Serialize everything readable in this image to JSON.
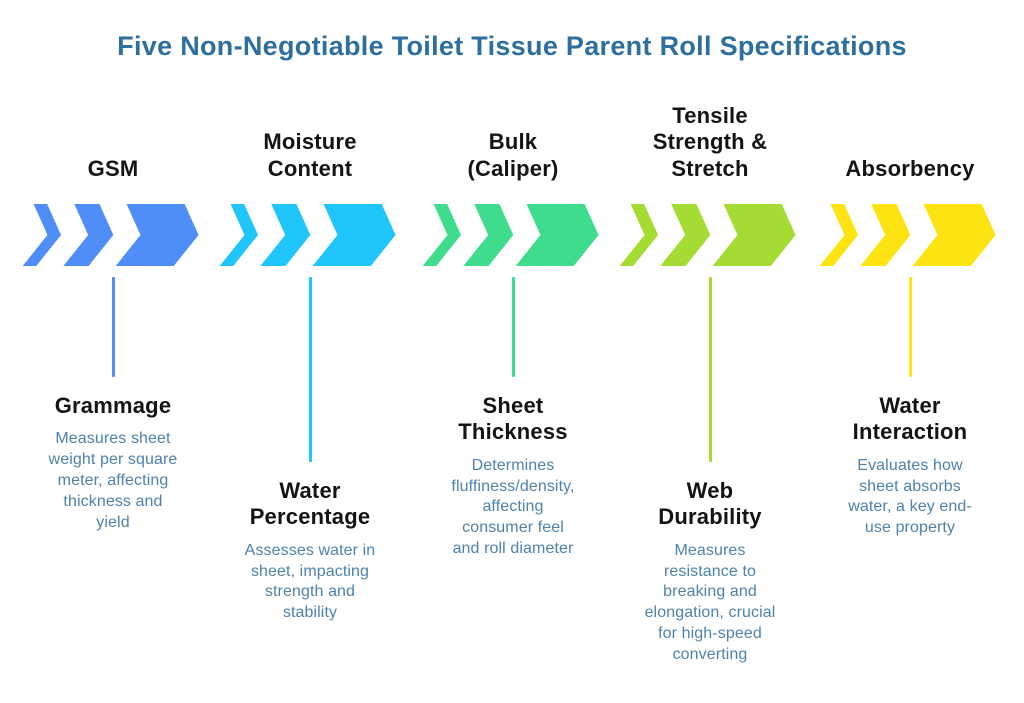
{
  "title": "Five Non-Negotiable Toilet Tissue Parent Roll Specifications",
  "colors": {
    "title_text": "#2E6F9E",
    "heading_text": "#141414",
    "description_text": "#4D82AD",
    "background": "#FFFFFF"
  },
  "columns": [
    {
      "id": "gsm",
      "header": "GSM",
      "color": "#4F8DF7",
      "subheading": "Grammage",
      "description": "Measures sheet\nweight per square\nmeter, affecting\nthickness and\nyield"
    },
    {
      "id": "moisture-content",
      "header": "Moisture\nContent",
      "color": "#1FC5FB",
      "subheading": "Water\nPercentage",
      "description": "Assesses water in\nsheet, impacting\nstrength and\nstability"
    },
    {
      "id": "bulk-caliper",
      "header": "Bulk\n(Caliper)",
      "color": "#40DC8E",
      "subheading": "Sheet\nThickness",
      "description": "Determines\nfluffiness/density,\naffecting\nconsumer feel\nand roll diameter"
    },
    {
      "id": "tensile-strength-stretch",
      "header": "Tensile\nStrength &\nStretch",
      "color": "#A4DC34",
      "subheading": "Web\nDurability",
      "description": "Measures\nresistance to\nbreaking and\nelongation, crucial\nfor high-speed\nconverting"
    },
    {
      "id": "absorbency",
      "header": "Absorbency",
      "color": "#FDE312",
      "subheading": "Water\nInteraction",
      "description": "Evaluates how\nsheet absorbs\nwater, a key end-\nuse property"
    }
  ]
}
